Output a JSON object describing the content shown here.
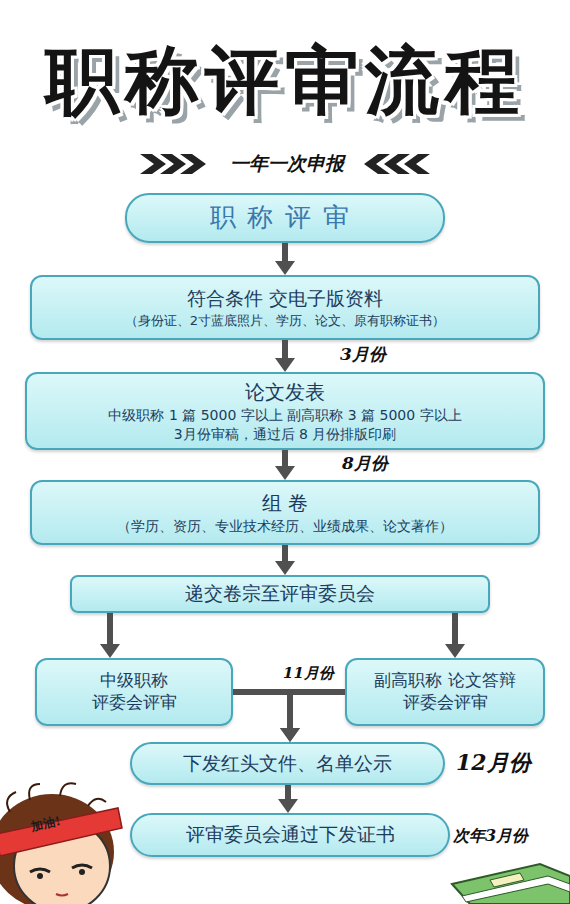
{
  "diagram": {
    "title": "职称评审流程",
    "nodes": [
      {
        "text": [
          "职称评审"
        ]
      },
      {
        "text": [
          "符合条件 交电子版资料",
          "（身份证、2寸蓝底照片、学历、论文、原有职称证书）"
        ]
      },
      {
        "text": [
          "论文发表",
          "中级职称 1 篇 5000 字以上 副高职称 3 篇 5000 字以上 3月份审稿，通过后 8 月份排版印刷"
        ]
      },
      {
        "text": [
          "组 卷",
          "（学历、资历、专业技术经历、业绩成果、论文著作）"
        ]
      },
      {
        "text": [
          "递交卷宗至评审委员会"
        ]
      },
      {
        "text": [
          "中级职称 评委会评审"
        ]
      },
      {
        "text": [
          "副高职称 论文答辩 评委会评审"
        ]
      },
      {
        "text": [
          "下发红头文件、名单公示"
        ]
      },
      {
        "text": [
          "评审委员会通过下发证书"
        ]
      }
    ],
    "edges": [
      {
        "from": 0,
        "to": 1,
        "arrow": "to"
      },
      {
        "from": 1,
        "to": 2,
        "label": "3月份",
        "arrow": "to"
      },
      {
        "from": 2,
        "to": 3,
        "label": "8月份",
        "arrow": "to"
      },
      {
        "from": 3,
        "to": 4,
        "arrow": "to"
      },
      {
        "from": 4,
        "to": 5,
        "arrow": "to"
      },
      {
        "from": 4,
        "to": 6,
        "arrow": "to"
      },
      {
        "from": 5,
        "to": 7,
        "label": "11月份",
        "arrow": "to"
      },
      {
        "from": 6,
        "to": 7,
        "arrow": "to"
      },
      {
        "from": 7,
        "to": 8,
        "arrow": "to"
      }
    ],
    "labels": [
      "一年一次申报",
      "12月份",
      "次年3月份",
      "加油!"
    ]
  }
}
